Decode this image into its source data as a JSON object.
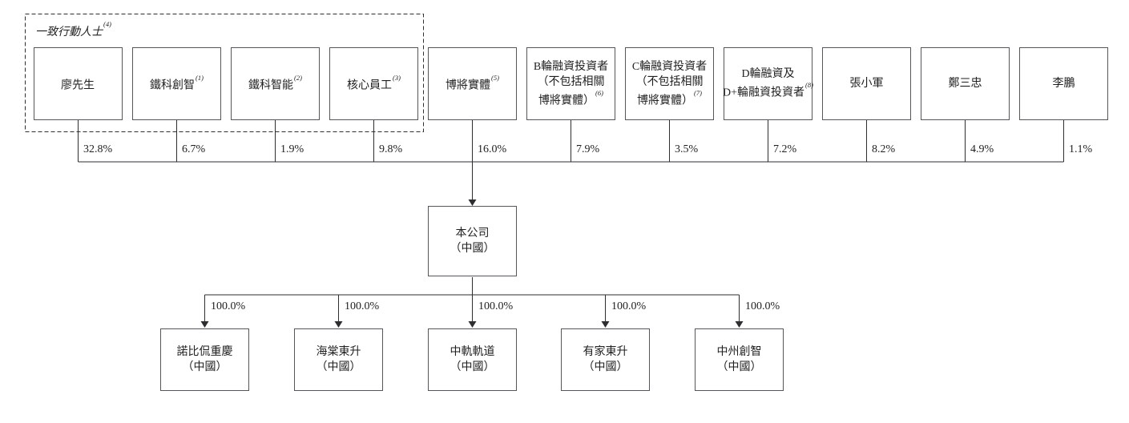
{
  "diagram": {
    "concert_label": {
      "text": "一致行動人士",
      "sup": "(4)"
    },
    "shareholders": [
      {
        "line1": "廖先生",
        "sup": "",
        "pct": "32.8%"
      },
      {
        "line1": "鐵科創智",
        "sup": "(1)",
        "pct": "6.7%"
      },
      {
        "line1": "鐵科智能",
        "sup": "(2)",
        "pct": "1.9%"
      },
      {
        "line1": "核心員工",
        "sup": "(3)",
        "pct": "9.8%"
      },
      {
        "line1": "博將實體",
        "sup": "(5)",
        "pct": "16.0%"
      },
      {
        "line1": "B輪融資投資者",
        "line2": "（不包括相關",
        "line3": "博將實體）",
        "sup": "(6)",
        "pct": "7.9%"
      },
      {
        "line1": "C輪融資投資者",
        "line2": "（不包括相關",
        "line3": "博將實體）",
        "sup": "(7)",
        "pct": "3.5%"
      },
      {
        "line1": "D輪融資及",
        "line2": "D+輪融資投資者",
        "sup": "(8)",
        "pct": "7.2%"
      },
      {
        "line1": "張小軍",
        "sup": "",
        "pct": "8.2%"
      },
      {
        "line1": "鄭三忠",
        "sup": "",
        "pct": "4.9%"
      },
      {
        "line1": "李鵬",
        "sup": "",
        "pct": "1.1%"
      }
    ],
    "company": {
      "line1": "本公司",
      "line2": "（中國）"
    },
    "subsidiaries": [
      {
        "line1": "諾比侃重慶",
        "line2": "（中國）",
        "pct": "100.0%"
      },
      {
        "line1": "海棠東升",
        "line2": "（中國）",
        "pct": "100.0%"
      },
      {
        "line1": "中軌軌道",
        "line2": "（中國）",
        "pct": "100.0%"
      },
      {
        "line1": "有家東升",
        "line2": "（中國）",
        "pct": "100.0%"
      },
      {
        "line1": "中州創智",
        "line2": "（中國）",
        "pct": "100.0%"
      }
    ],
    "colors": {
      "line": "#2e2e30",
      "border": "#55565a",
      "background": "#ffffff",
      "text": "#1f1f1f"
    }
  }
}
